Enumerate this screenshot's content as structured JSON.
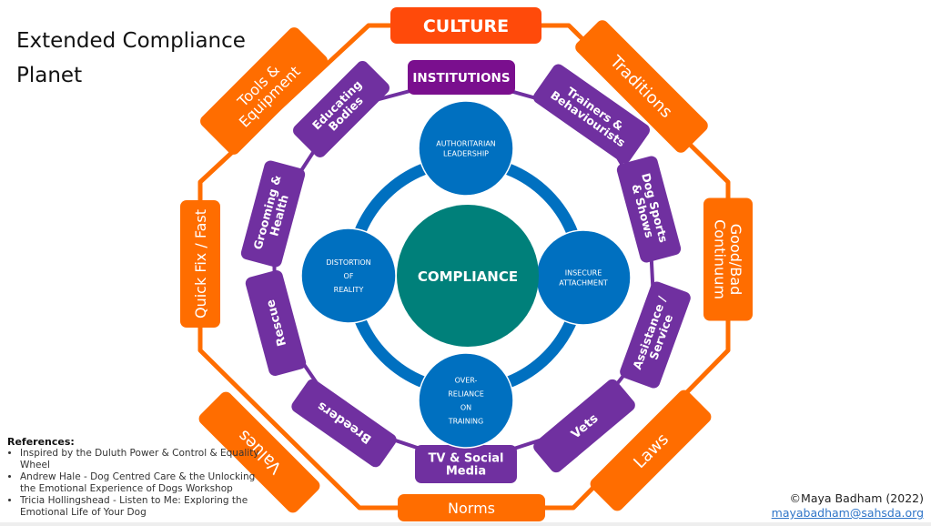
{
  "title": {
    "line1": "Extended Compliance",
    "line2": "Planet"
  },
  "colors": {
    "orange": "#FF6D00",
    "culture": "#FF4A0A",
    "purple": "#7030A0",
    "institutions": "#7A0F8E",
    "blue": "#0070C0",
    "teal": "#00807A"
  },
  "outer_ring": [
    {
      "lines": [
        "CULTURE"
      ]
    },
    {
      "lines": [
        "Traditions"
      ]
    },
    {
      "lines": [
        "Good/Bad",
        "Continuum"
      ]
    },
    {
      "lines": [
        "Laws"
      ]
    },
    {
      "lines": [
        "Norms"
      ]
    },
    {
      "lines": [
        "Values"
      ]
    },
    {
      "lines": [
        "Quick Fix / Fast"
      ]
    },
    {
      "lines": [
        "Tools &",
        "Equipment"
      ]
    }
  ],
  "middle_ring": [
    {
      "lines": [
        "INSTITUTIONS"
      ]
    },
    {
      "lines": [
        "Trainers &",
        "Behaviourists"
      ]
    },
    {
      "lines": [
        "Dog Sports",
        "& Shows"
      ]
    },
    {
      "lines": [
        "Assistance /",
        "Service"
      ]
    },
    {
      "lines": [
        "Vets"
      ]
    },
    {
      "lines": [
        "TV & Social",
        "Media"
      ]
    },
    {
      "lines": [
        "Breeders"
      ]
    },
    {
      "lines": [
        "Rescue"
      ]
    },
    {
      "lines": [
        "Grooming &",
        "Health"
      ]
    },
    {
      "lines": [
        "Educating",
        "Bodies"
      ]
    }
  ],
  "inner_circles": [
    {
      "lines": [
        "AUTHORITARIAN",
        "LEADERSHIP"
      ]
    },
    {
      "lines": [
        "INSECURE",
        "ATTACHMENT"
      ]
    },
    {
      "lines": [
        "OVER-",
        "RELIANCE",
        "ON",
        "TRAINING"
      ]
    },
    {
      "lines": [
        "DISTORTION",
        "OF",
        "REALITY"
      ]
    }
  ],
  "center": {
    "label": "COMPLIANCE"
  },
  "references": {
    "heading": "References:",
    "items": [
      "Inspired by the Duluth Power & Control & Equality Wheel",
      "Andrew Hale - Dog Centred Care & the Unlocking the Emotional Experience of Dogs Workshop",
      "Tricia Hollingshead - Listen to Me: Exploring the Emotional Life of Your Dog"
    ]
  },
  "credit": {
    "copyright": "©Maya Badham (2022)",
    "email": "mayabadham@sahsda.org"
  }
}
